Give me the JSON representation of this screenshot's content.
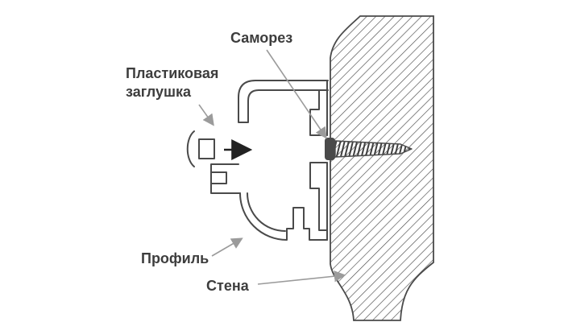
{
  "diagram": {
    "labels": {
      "screw": "Саморез",
      "plug_line1": "Пластиковая",
      "plug_line2": "заглушка",
      "profile": "Профиль",
      "wall": "Стена"
    },
    "colors": {
      "line": "#4a4a4a",
      "label_text": "#3d3d3d",
      "pointer_arrow": "#9b9b9b",
      "background": "#ffffff"
    }
  }
}
